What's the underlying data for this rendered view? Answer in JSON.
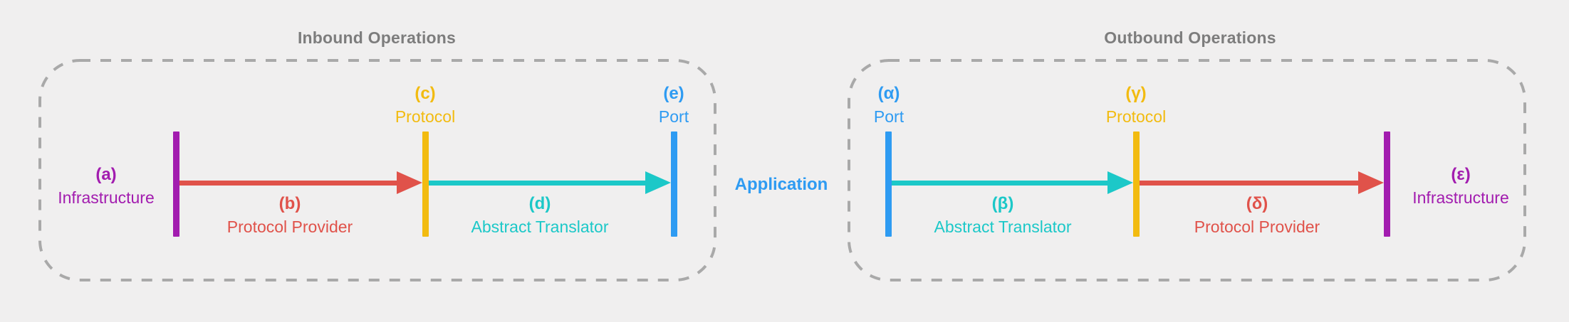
{
  "colors": {
    "background": "#f0efef",
    "border": "#a9a9a9",
    "title": "#7d7d7d",
    "purple": "#a21caf",
    "red": "#e0524a",
    "yellow": "#f2bb10",
    "cyan": "#1cc8c8",
    "blue": "#2e9bf2"
  },
  "application": {
    "label": "Application"
  },
  "inbound": {
    "title": "Inbound Operations",
    "infrastructure": {
      "tag": "(a)",
      "label": "Infrastructure"
    },
    "protocol_provider": {
      "tag": "(b)",
      "label": "Protocol Provider"
    },
    "protocol": {
      "tag": "(c)",
      "label": "Protocol"
    },
    "abstract_translator": {
      "tag": "(d)",
      "label": "Abstract Translator"
    },
    "port": {
      "tag": "(e)",
      "label": "Port"
    }
  },
  "outbound": {
    "title": "Outbound Operations",
    "port": {
      "tag": "(α)",
      "label": "Port"
    },
    "abstract_translator": {
      "tag": "(β)",
      "label": "Abstract Translator"
    },
    "protocol": {
      "tag": "(γ)",
      "label": "Protocol"
    },
    "protocol_provider": {
      "tag": "(δ)",
      "label": "Protocol Provider"
    },
    "infrastructure": {
      "tag": "(ε)",
      "label": "Infrastructure"
    }
  }
}
